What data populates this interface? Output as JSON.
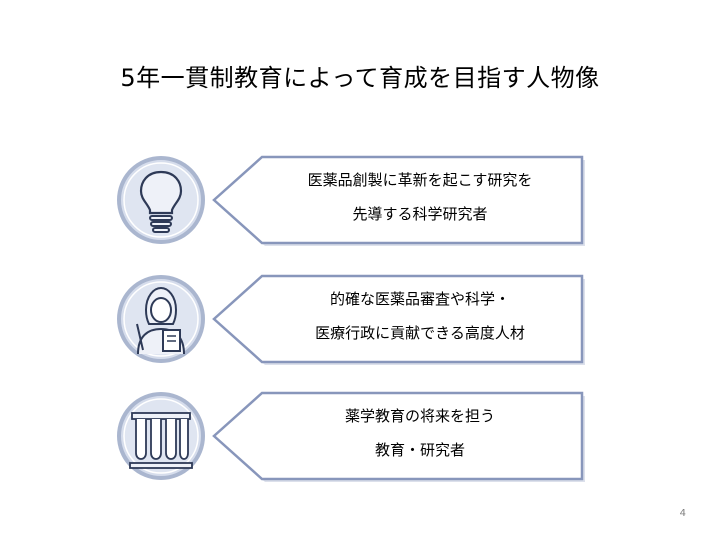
{
  "slide": {
    "title": "5年一貫制教育によって育成を目指す人物像",
    "page_number": "4",
    "items": [
      {
        "icon": "lightbulb-icon",
        "lines": [
          "医薬品創製に革新を起こす研究を",
          "先導する科学研究者"
        ]
      },
      {
        "icon": "person-icon",
        "lines": [
          "的確な医薬品審査や科学・",
          "医療行政に貢献できる高度人材"
        ]
      },
      {
        "icon": "test-tubes-icon",
        "lines": [
          "薬学教育の将来を担う",
          "教育・研究者"
        ]
      }
    ]
  },
  "colors": {
    "icon_ring": "#aab6cf",
    "icon_fill": "#d6ddec",
    "icon_line": "#2e3a57",
    "callout_border": "#8896bb",
    "callout_fill": "#ffffff"
  }
}
